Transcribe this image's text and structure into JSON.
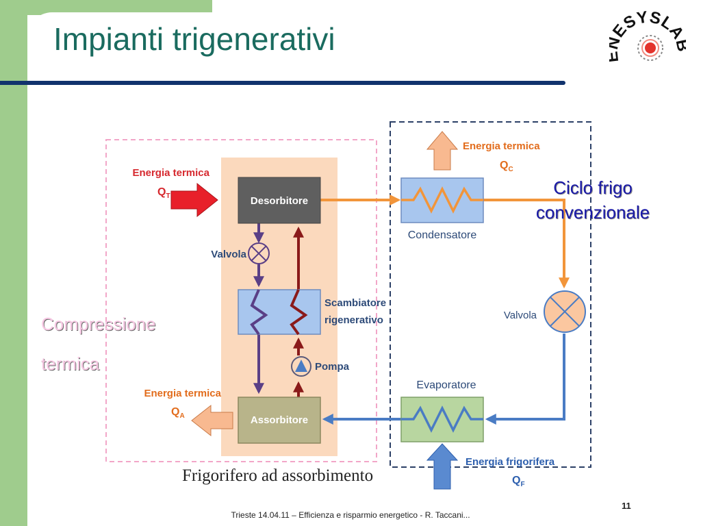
{
  "slide": {
    "title": "Impianti trigenerativi",
    "footer": "Trieste 14.04.11 – Efficienza e risparmio energetico - R. Taccani...",
    "page_number": "11"
  },
  "logo": {
    "text": "ENESYSLAB"
  },
  "annotations": {
    "compressione_line1": "Compressione",
    "compressione_line2": "termica",
    "ciclo_line1": "Ciclo frigo",
    "ciclo_line2": "convenzionale"
  },
  "diagram": {
    "caption": "Frigorifero ad assorbimento",
    "boxes": {
      "desorbitore": "Desorbitore",
      "assorbitore": "Assorbitore",
      "condensatore": "Condensatore",
      "evaporatore": "Evaporatore"
    },
    "labels": {
      "valvola_left": "Valvola",
      "valvola_right": "Valvola",
      "scambiatore_line1": "Scambiatore",
      "scambiatore_line2": "rigenerativo",
      "pompa": "Pompa"
    },
    "flows": {
      "qt_label": "Energia termica",
      "qt_symbol": "Q",
      "qt_sub": "T",
      "qa_label": "Energia termica",
      "qa_symbol": "Q",
      "qa_sub": "A",
      "qc_label": "Energia termica",
      "qc_symbol": "Q",
      "qc_sub": "C",
      "qf_label": "Energia frigorifera",
      "qf_symbol": "Q",
      "qf_sub": "F"
    },
    "colors": {
      "heat_input": "#e8202a",
      "orange_flow": "#f2953a",
      "blue_flow": "#4a7cc4",
      "purple_flow": "#5a3f86",
      "darkred_flow": "#8a1a1a",
      "label_red": "#d6282e",
      "label_orange": "#e26c1c",
      "label_blue": "#2d5fae"
    }
  }
}
